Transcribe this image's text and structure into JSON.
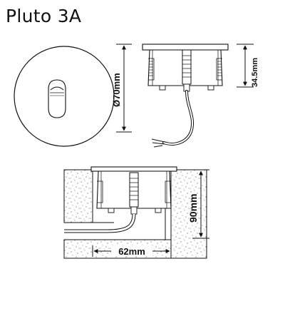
{
  "title": "Pluto 3A",
  "dimensions": {
    "diameter": "Ø70mm",
    "height": "34.5mm",
    "depth": "90mm",
    "cutout": "62mm"
  },
  "colors": {
    "line": "#111111",
    "speckle": "#555555",
    "background": "#ffffff"
  },
  "icons": [
    "front-view-circle",
    "side-view-fixture",
    "installed-cross-section"
  ]
}
